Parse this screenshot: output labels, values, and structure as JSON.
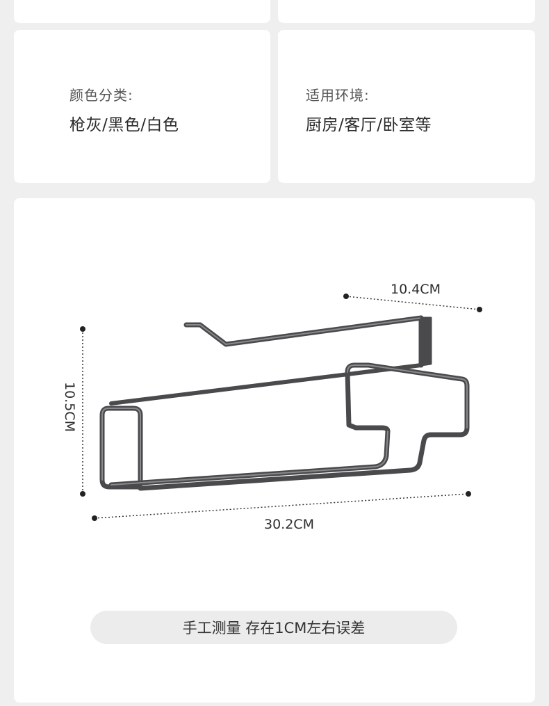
{
  "specs": {
    "color": {
      "label": "颜色分类:",
      "value": "枪灰/黑色/白色"
    },
    "environment": {
      "label": "适用环境:",
      "value": "厨房/客厅/卧室等"
    }
  },
  "product": {
    "dimensions": {
      "depth": "10.4CM",
      "height": "10.5CM",
      "width": "30.2CM"
    },
    "colors": {
      "frame": "#4a4a4d",
      "frame_highlight": "#8a8a8e"
    }
  },
  "note": "手工测量 存在1CM左右误差"
}
